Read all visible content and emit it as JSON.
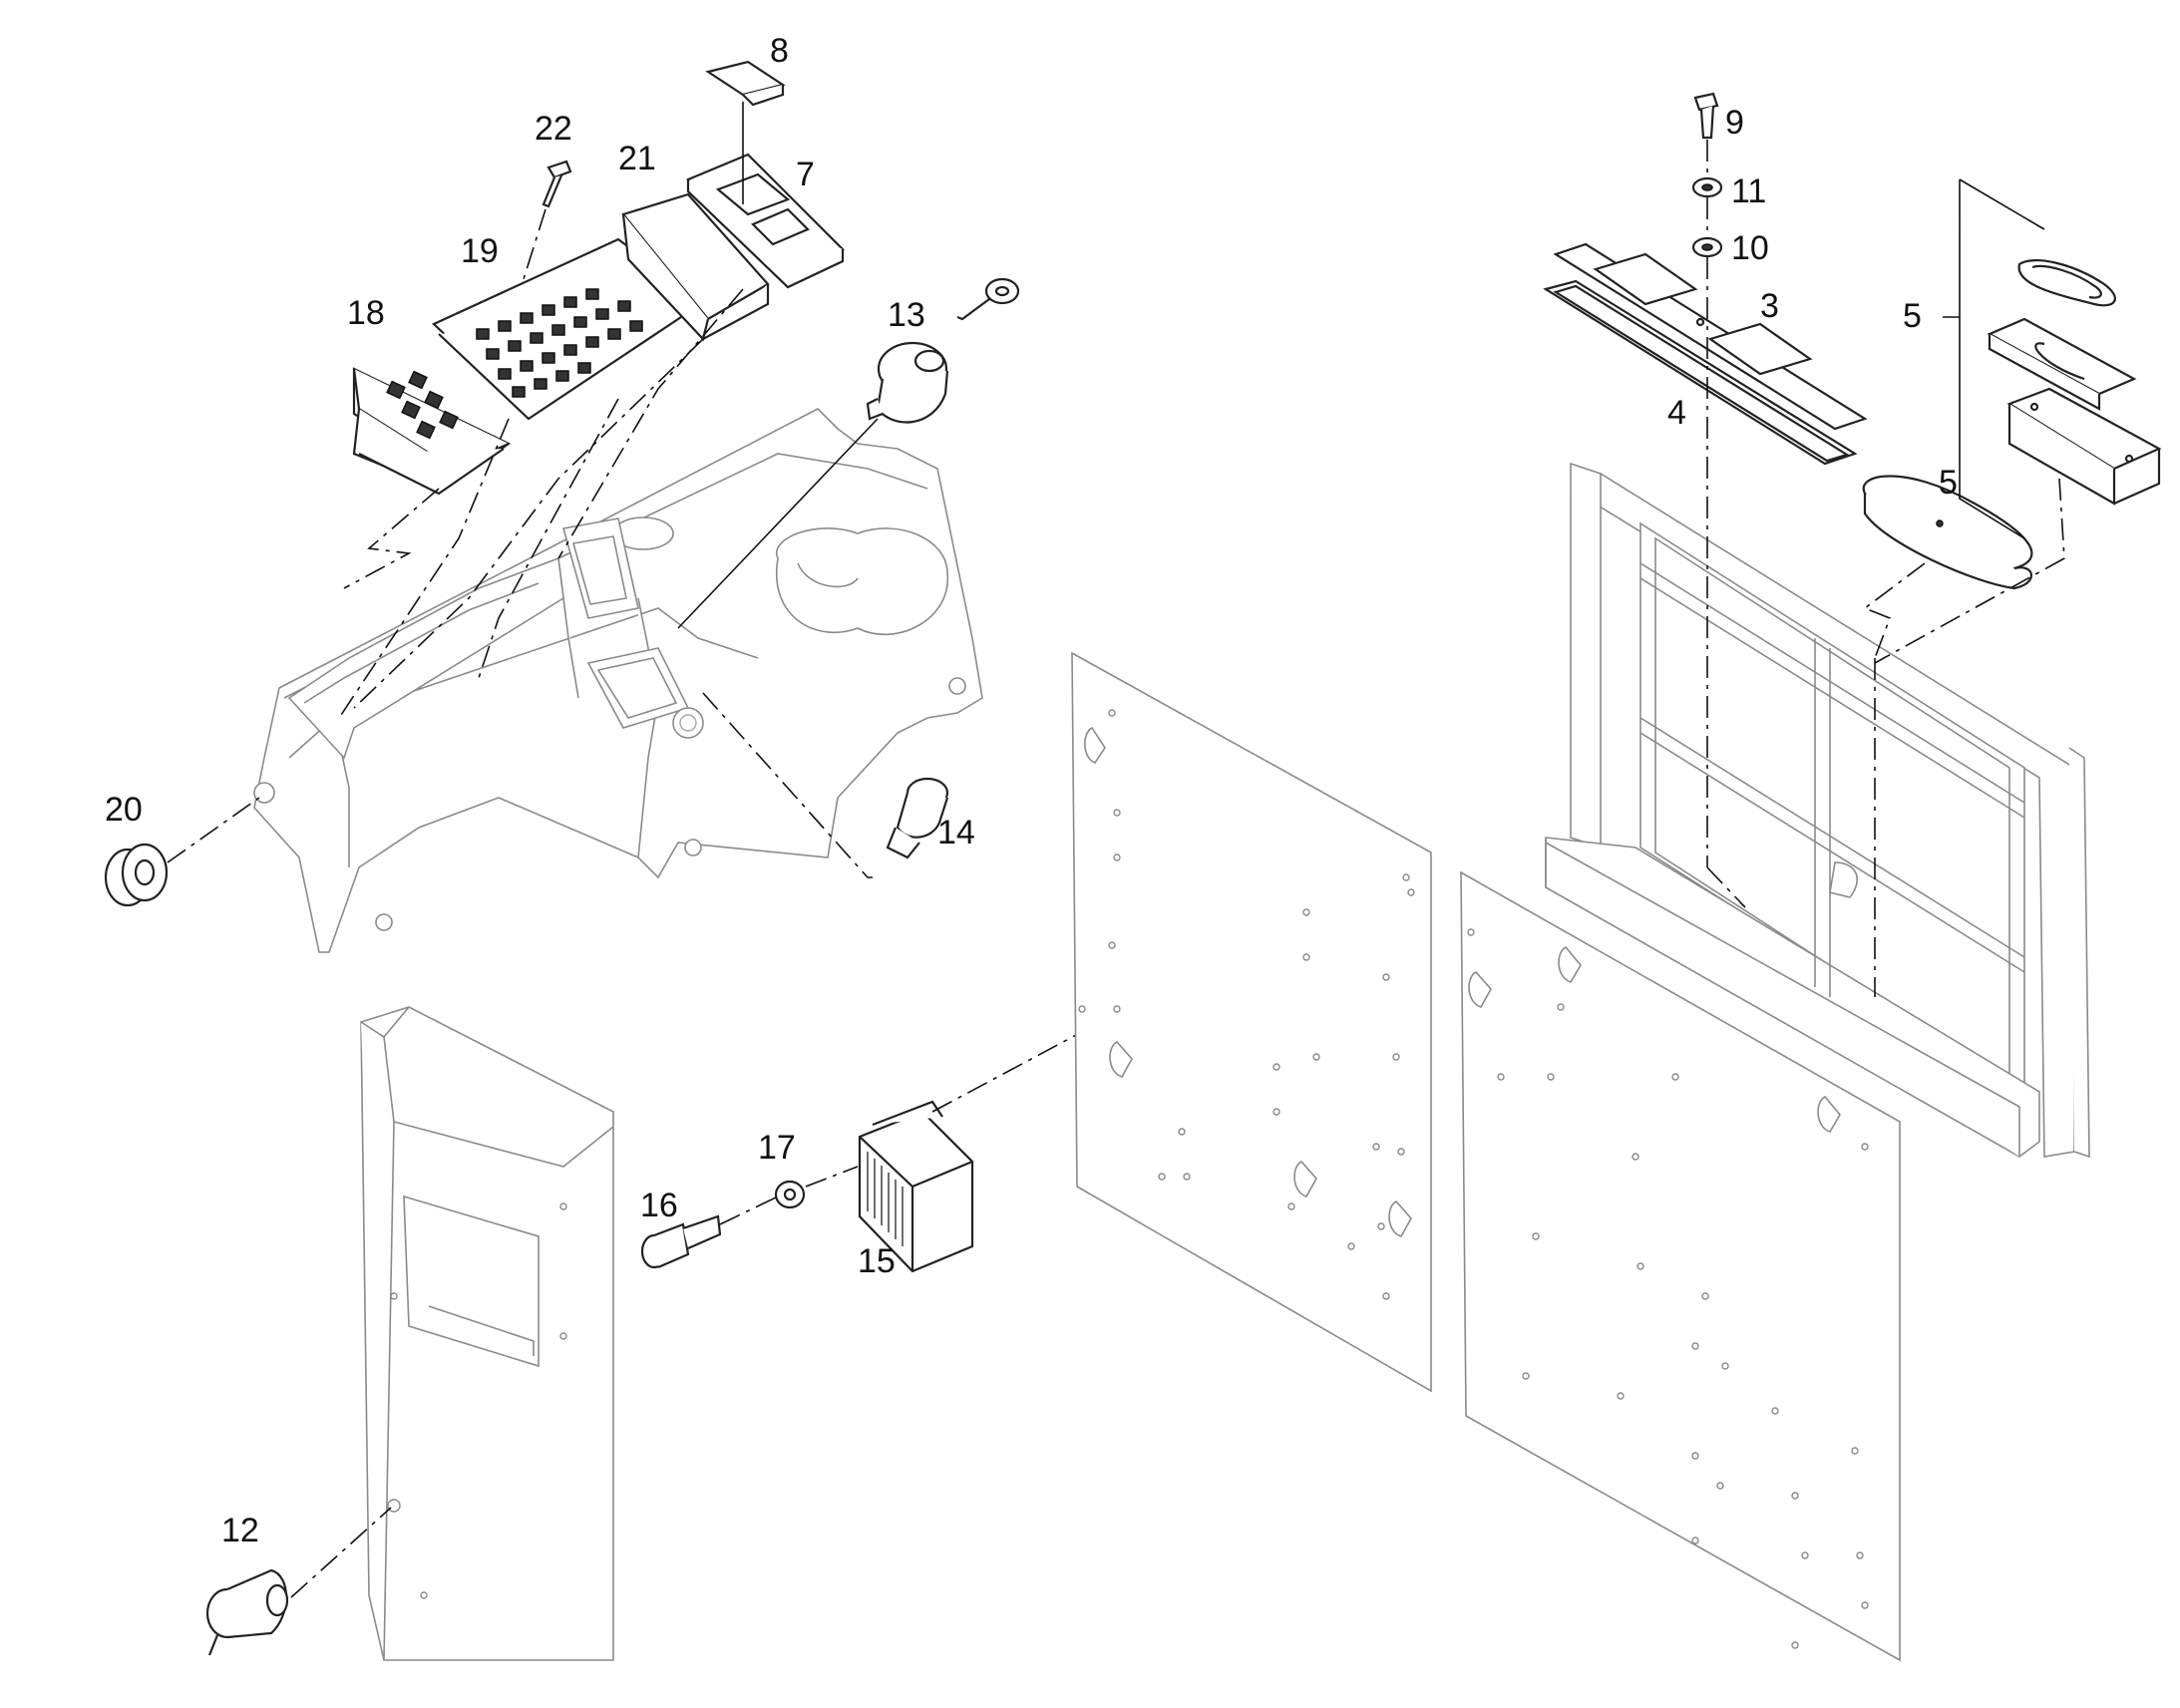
{
  "callouts": [
    {
      "id": "c3",
      "text": "3"
    },
    {
      "id": "c4",
      "text": "4"
    },
    {
      "id": "c5a",
      "text": "5"
    },
    {
      "id": "c5b",
      "text": "5"
    },
    {
      "id": "c7",
      "text": "7"
    },
    {
      "id": "c8",
      "text": "8"
    },
    {
      "id": "c9",
      "text": "9"
    },
    {
      "id": "c10",
      "text": "10"
    },
    {
      "id": "c11",
      "text": "11"
    },
    {
      "id": "c12",
      "text": "12"
    },
    {
      "id": "c13",
      "text": "13"
    },
    {
      "id": "c14",
      "text": "14"
    },
    {
      "id": "c15",
      "text": "15"
    },
    {
      "id": "c16",
      "text": "16"
    },
    {
      "id": "c17",
      "text": "17"
    },
    {
      "id": "c18",
      "text": "18"
    },
    {
      "id": "c19",
      "text": "19"
    },
    {
      "id": "c20",
      "text": "20"
    },
    {
      "id": "c21",
      "text": "21"
    },
    {
      "id": "c22",
      "text": "22"
    }
  ],
  "colors": {
    "outline": "#8a8a8a",
    "ink": "#111111",
    "background": "#ffffff"
  }
}
